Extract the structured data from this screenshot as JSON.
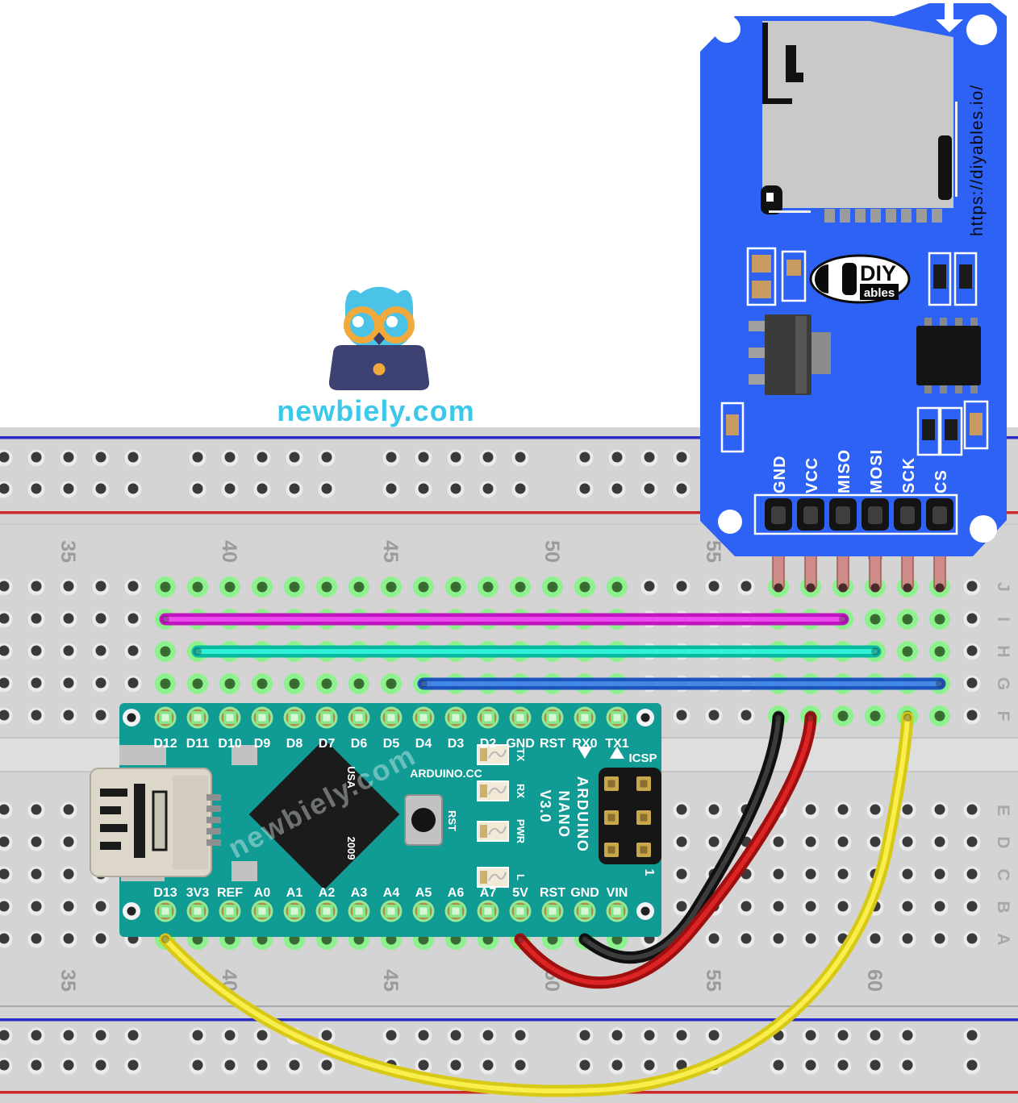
{
  "branding": {
    "site_name": "newbiely.com",
    "watermark": "newbiely.com"
  },
  "sd_module": {
    "url_text": "https://diyables.io/",
    "logo_text_main": "DIY",
    "logo_text_sub": "ables",
    "pin_labels": [
      "GND",
      "VCC",
      "MISO",
      "MOSI",
      "SCK",
      "CS"
    ]
  },
  "arduino_nano": {
    "top_pin_labels": [
      "D12",
      "D11",
      "D10",
      "D9",
      "D8",
      "D7",
      "D6",
      "D5",
      "D4",
      "D3",
      "D2",
      "GND",
      "RST",
      "RX0",
      "TX1"
    ],
    "bottom_pin_labels": [
      "D13",
      "3V3",
      "REF",
      "A0",
      "A1",
      "A2",
      "A3",
      "A4",
      "A5",
      "A6",
      "A7",
      "5V",
      "RST",
      "GND",
      "VIN"
    ],
    "brand_text": "ARDUINO.CC",
    "usa_text": "USA",
    "year_text": "2009",
    "model_line1": "ARDUINO",
    "model_line2": "NANO",
    "model_line3": "V3.0",
    "icsp_label": "ICSP",
    "reset_label": "RST",
    "led_labels": [
      "TX",
      "RX",
      "PWR",
      "L"
    ],
    "pin_one_marker": "1"
  },
  "breadboard": {
    "column_numbers": [
      "35",
      "40",
      "45",
      "50",
      "55",
      "60"
    ],
    "row_letters_top": [
      "J",
      "I",
      "H",
      "G",
      "F"
    ],
    "row_letters_bottom": [
      "E",
      "D",
      "C",
      "B",
      "A"
    ]
  },
  "colors": {
    "breadboard_body": "#d4d4d4",
    "rail_blue": "#2a2ac8",
    "rail_red": "#cc2a2a",
    "module_blue": "#2e62f5",
    "nano_teal": "#119b95",
    "hole_green": "#8df18d",
    "pin_leg": "#d08b8b"
  },
  "wires": [
    {
      "name": "miso-wire",
      "color": "#c215c2",
      "highlight": "#ee49ee"
    },
    {
      "name": "mosi-wire",
      "color": "#08b9a2",
      "highlight": "#2ff2d8"
    },
    {
      "name": "cs-wire",
      "color": "#1c55be",
      "highlight": "#4486e4"
    },
    {
      "name": "gnd-wire",
      "color": "#101010",
      "highlight": "#3c3c3c"
    },
    {
      "name": "vcc-wire",
      "color": "#9e0f0f",
      "highlight": "#dd2424"
    },
    {
      "name": "sck-wire",
      "color": "#d8c916",
      "highlight": "#f9ee4b"
    }
  ]
}
